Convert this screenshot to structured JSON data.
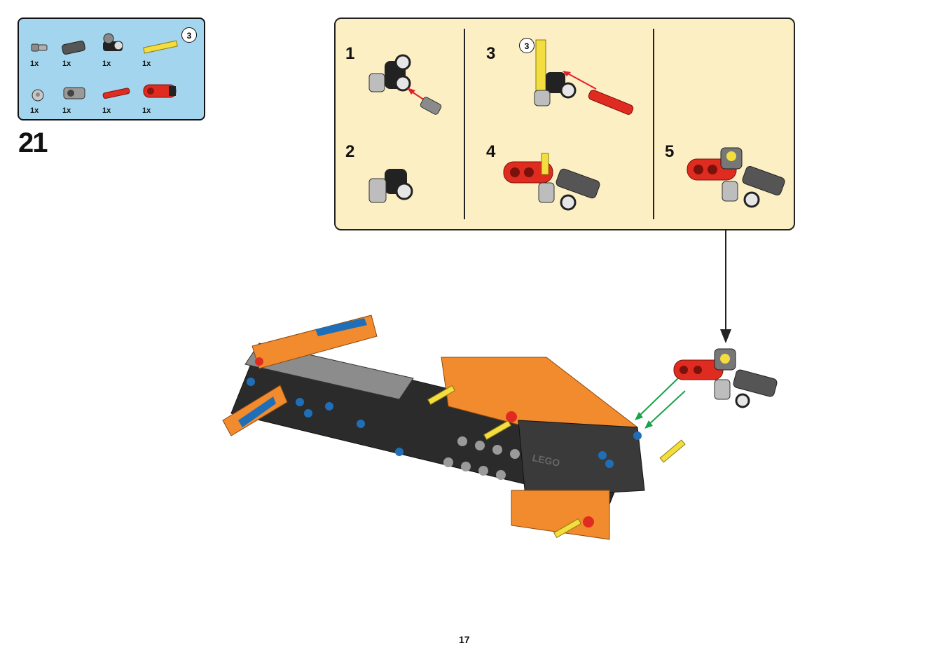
{
  "parts": {
    "badge_count": "3",
    "row1": [
      {
        "name": "grey-bush",
        "qty": "1x"
      },
      {
        "name": "dark-grey-axle-connector",
        "qty": "1x"
      },
      {
        "name": "black-double-connector",
        "qty": "1x"
      },
      {
        "name": "yellow-axle",
        "qty": "1x"
      }
    ],
    "row2": [
      {
        "name": "grey-half-bush",
        "qty": "1x"
      },
      {
        "name": "grey-pin-connector",
        "qty": "1x"
      },
      {
        "name": "red-axle-pin",
        "qty": "1x"
      },
      {
        "name": "red-beam",
        "qty": "1x"
      }
    ]
  },
  "step": {
    "number": "21"
  },
  "subbuild": {
    "steps": [
      {
        "num": "1"
      },
      {
        "num": "2"
      },
      {
        "num": "3",
        "badge": "3"
      },
      {
        "num": "4"
      },
      {
        "num": "5"
      }
    ]
  },
  "page": {
    "number": "17"
  },
  "colors": {
    "parts_bg": "#a3d5ef",
    "subbuild_bg": "#fcefc4",
    "orange": "#f28a2e",
    "red": "#e02b20",
    "yellow": "#f3dd3f",
    "blue": "#1f6fb8",
    "arrow_red": "#e0202a",
    "arrow_green": "#1aa24a"
  },
  "logo_text": "LEGO"
}
